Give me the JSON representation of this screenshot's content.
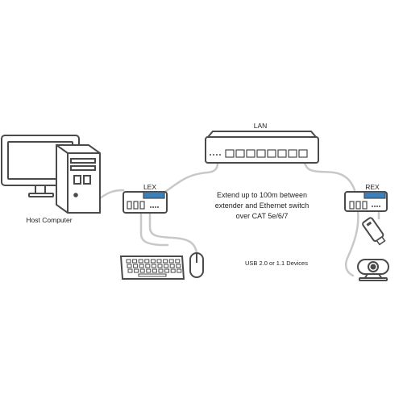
{
  "labels": {
    "lan": "LAN",
    "lex": "LEX",
    "rex": "REX",
    "host": "Host Computer",
    "extend_line1": "Extend up to 100m between",
    "extend_line2": "extender and Ethernet switch",
    "extend_line3": "over CAT 5e/6/7",
    "usb": "USB 2.0 or 1.1 Devices"
  },
  "colors": {
    "accent": "#3d7fb8",
    "outline": "#4a4a4a",
    "cable": "#c8c8c8",
    "device_fill": "#ffffff",
    "text": "#222222"
  },
  "icons": [
    "monitor-icon",
    "tower-pc-icon",
    "keyboard-icon",
    "mouse-icon",
    "usb-flash-drive-icon",
    "webcam-icon",
    "ethernet-switch-icon"
  ]
}
